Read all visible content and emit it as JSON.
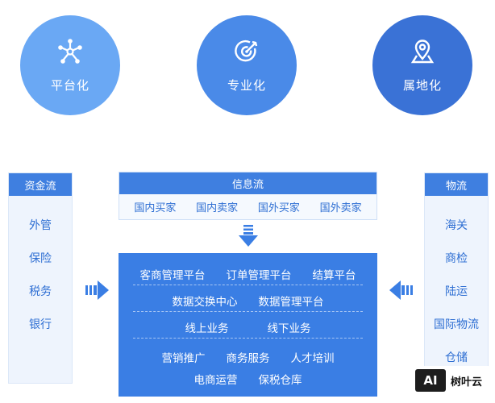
{
  "circles": [
    {
      "label": "平台化",
      "icon": "network-icon",
      "color": "#6aa8f4"
    },
    {
      "label": "专业化",
      "icon": "target-icon",
      "color": "#4a8ae8"
    },
    {
      "label": "属地化",
      "icon": "location-icon",
      "color": "#3a72d6"
    }
  ],
  "capital_flow": {
    "title": "资金流",
    "items": [
      "外管",
      "保险",
      "税务",
      "银行"
    ]
  },
  "info_flow": {
    "title": "信息流",
    "items": [
      "国内买家",
      "国内卖家",
      "国外买家",
      "国外卖家"
    ]
  },
  "logistics_flow": {
    "title": "物流",
    "items": [
      "海关",
      "商检",
      "陆运",
      "国际物流",
      "仓储"
    ]
  },
  "platform": {
    "row1": [
      "客商管理平台",
      "订单管理平台",
      "结算平台"
    ],
    "row2": [
      "数据交换中心",
      "数据管理平台"
    ],
    "row3": [
      "线上业务",
      "线下业务"
    ],
    "row4": [
      "营销推广",
      "商务服务",
      "人才培训"
    ],
    "row5": [
      "电商运营",
      "保税仓库"
    ]
  },
  "watermark": {
    "logo": "AI",
    "text": "树叶云"
  },
  "colors": {
    "primary": "#3a7ee4",
    "header": "#3f7fe0",
    "text_blue": "#2f6fd3"
  }
}
